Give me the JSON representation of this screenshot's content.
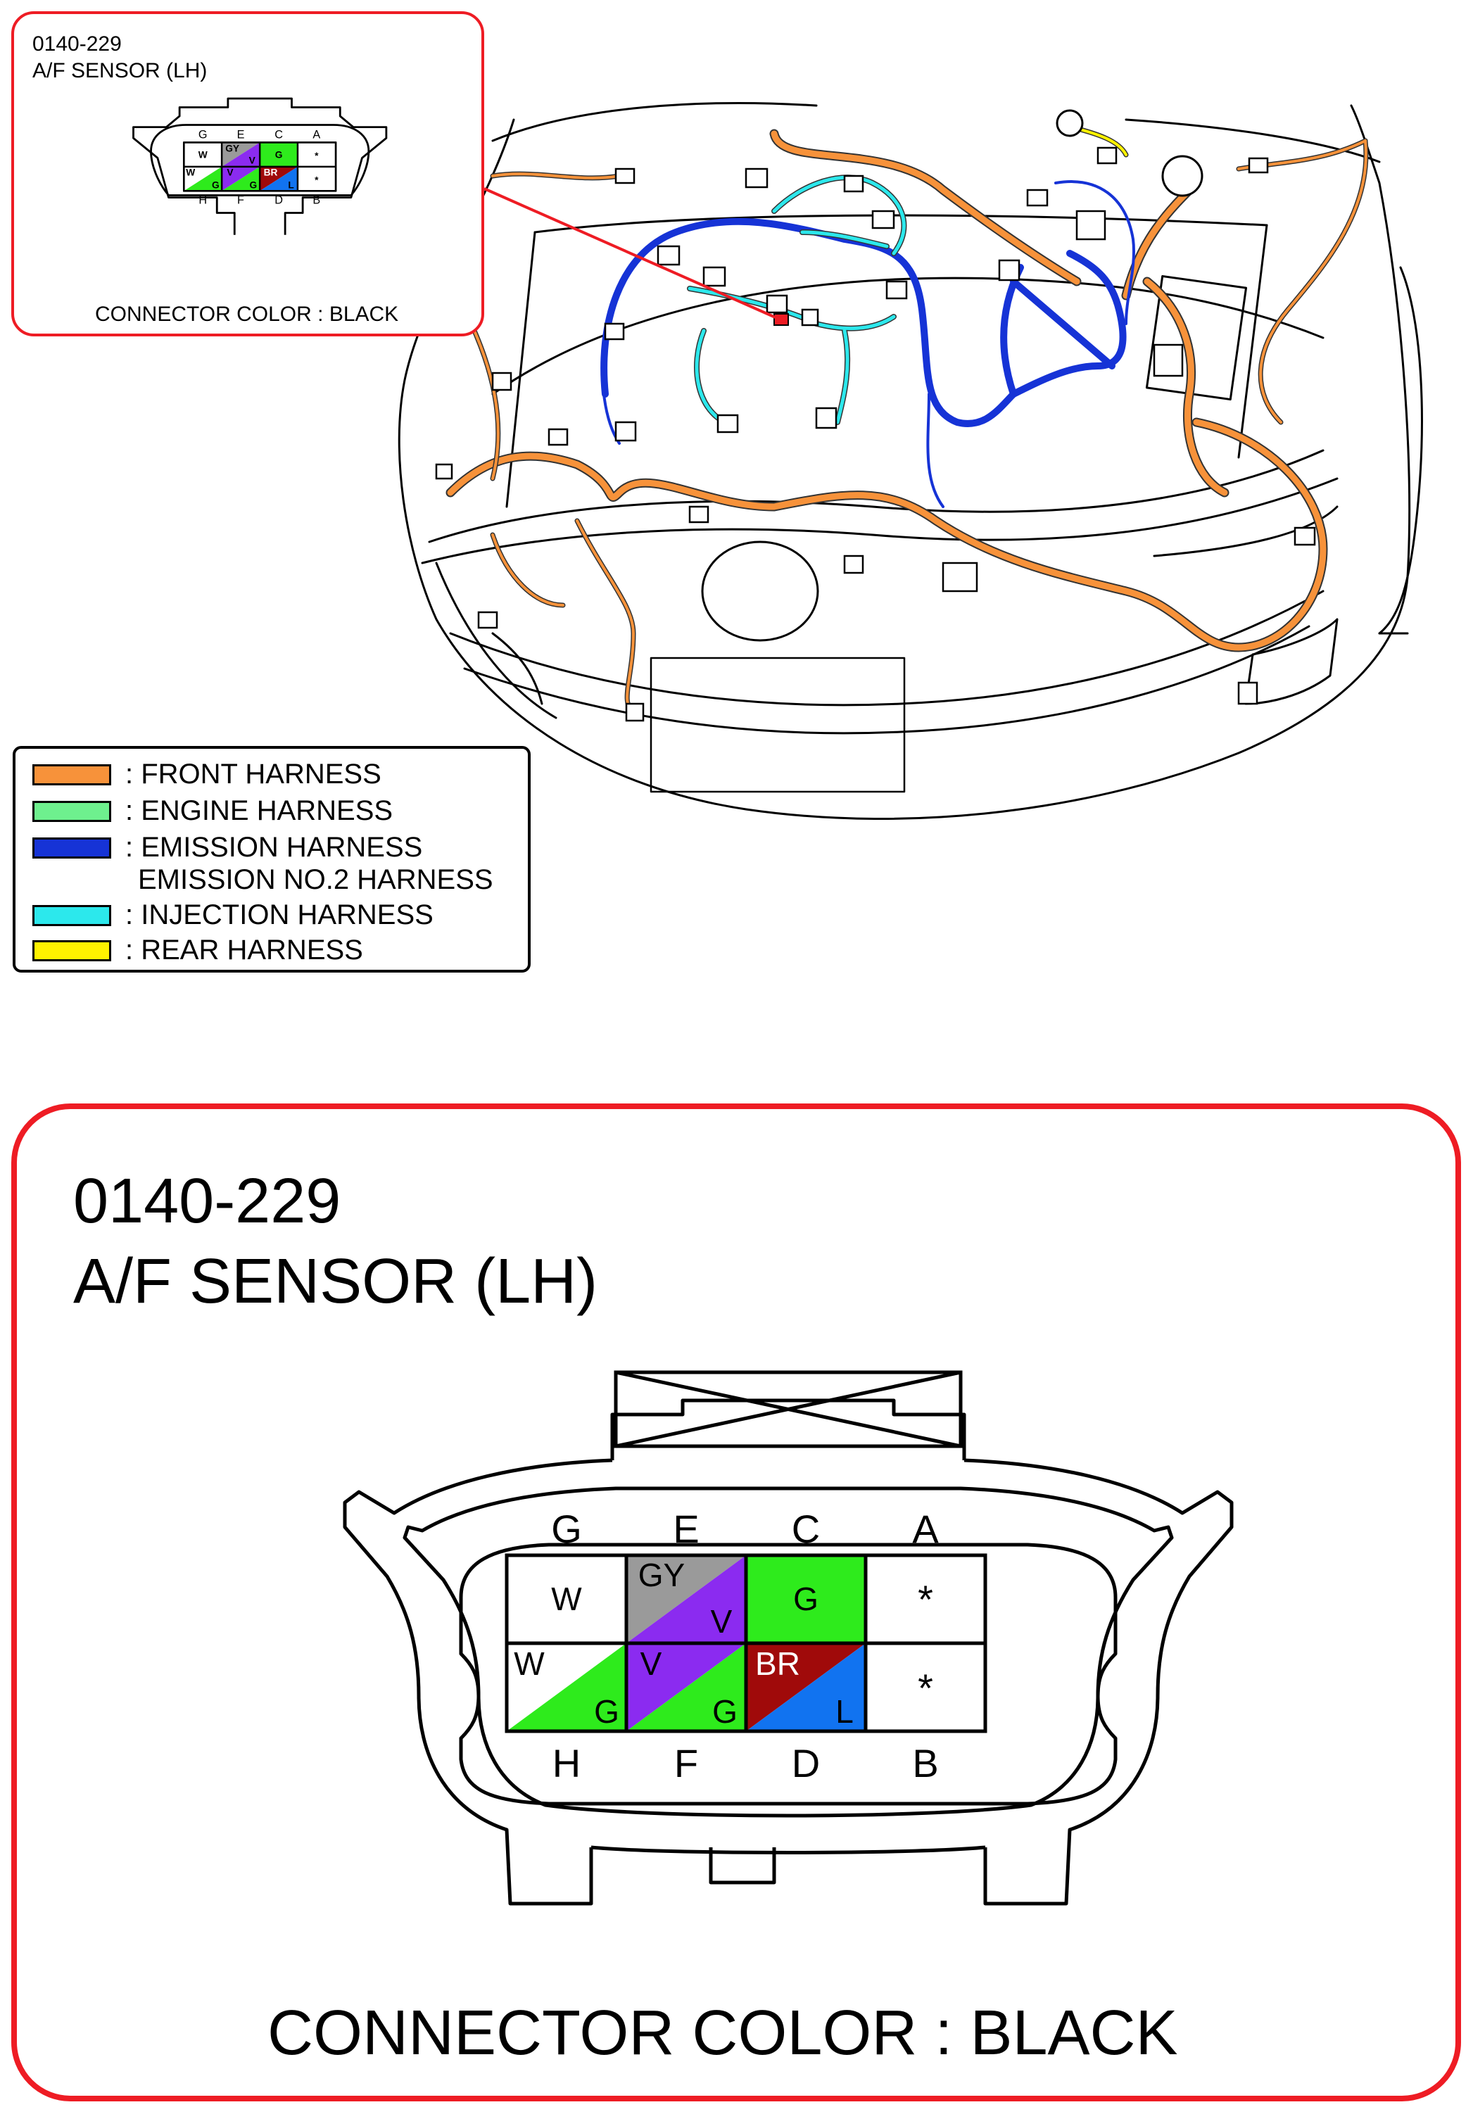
{
  "inset": {
    "code": "0140-229",
    "name": "A/F SENSOR (LH)",
    "connector_color": "CONNECTOR COLOR : BLACK"
  },
  "legend": [
    {
      "label": ": FRONT HARNESS",
      "color": "#F7923A"
    },
    {
      "label": ": ENGINE HARNESS",
      "color": "#6EF08E"
    },
    {
      "label": ": EMISSION HARNESS",
      "color": "#1633D6"
    },
    {
      "label": "EMISSION NO.2 HARNESS",
      "color": ""
    },
    {
      "label": ": INJECTION HARNESS",
      "color": "#2CE8EC"
    },
    {
      "label": ": REAR HARNESS",
      "color": "#FFF200"
    }
  ],
  "detail": {
    "code": "0140-229",
    "name": "A/F SENSOR (LH)",
    "connector_color": "CONNECTOR COLOR : BLACK",
    "pin_labels_top": [
      "G",
      "E",
      "C",
      "A"
    ],
    "pin_labels_bottom": [
      "H",
      "F",
      "D",
      "B"
    ],
    "cells": [
      {
        "pin": "G",
        "wire": [
          "W"
        ]
      },
      {
        "pin": "E",
        "wire": [
          "GY",
          "V"
        ]
      },
      {
        "pin": "C",
        "wire": [
          "G"
        ]
      },
      {
        "pin": "A",
        "wire": [
          "*"
        ]
      },
      {
        "pin": "H",
        "wire": [
          "W",
          "G"
        ]
      },
      {
        "pin": "F",
        "wire": [
          "V",
          "G"
        ]
      },
      {
        "pin": "D",
        "wire": [
          "BR",
          "L"
        ]
      },
      {
        "pin": "B",
        "wire": [
          "*"
        ]
      }
    ]
  },
  "colors": {
    "frame": "#EE1C24",
    "pointer": "#EE1C24",
    "front": "#F7923A",
    "engine": "#6EF08E",
    "emission": "#1633D6",
    "injection": "#2CE8EC",
    "rear": "#FFF200",
    "wire_W": "#FFFFFF",
    "wire_GY": "#9A9A9A",
    "wire_V": "#8B2BF0",
    "wire_G": "#2EEB1C",
    "wire_BR": "#A00A0A",
    "wire_L": "#1173F0",
    "harness_outline": "#333333"
  }
}
